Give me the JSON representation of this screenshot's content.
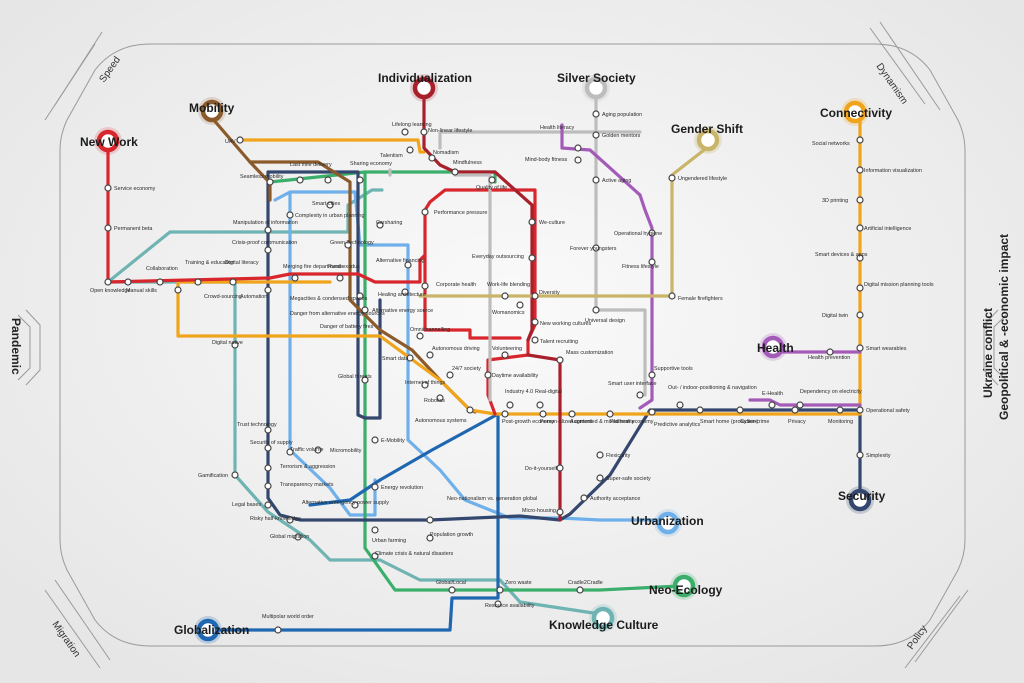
{
  "corners": {
    "top_left": "Speed",
    "top_right": "Dynamism",
    "bottom_left": "Migration",
    "bottom_right": "Policy",
    "left": "Pandemic",
    "right_line1": "Ukraine conflict",
    "right_line2": "Geopolitical & -economic impact"
  },
  "megatrends": {
    "new_work": {
      "label": "New Work",
      "color": "#d8262d"
    },
    "mobility": {
      "label": "Mobility",
      "color": "#8b5a2b"
    },
    "individualization": {
      "label": "Individualization",
      "color": "#a8202c"
    },
    "silver_society": {
      "label": "Silver Society",
      "color": "#bdbdbd"
    },
    "gender_shift": {
      "label": "Gender Shift",
      "color": "#c9b46a"
    },
    "connectivity": {
      "label": "Connectivity",
      "color": "#f0a41c"
    },
    "health": {
      "label": "Health",
      "color": "#a35bb8"
    },
    "security": {
      "label": "Security",
      "color": "#34476e"
    },
    "urbanization": {
      "label": "Urbanization",
      "color": "#6fb0ea"
    },
    "neo_ecology": {
      "label": "Neo-Ecology",
      "color": "#3aae6a"
    },
    "knowledge_culture": {
      "label": "Knowledge Culture",
      "color": "#6fb3b3"
    },
    "globalization": {
      "label": "Globalization",
      "color": "#1f67b1"
    }
  },
  "stations": {
    "service_economy": "Service economy",
    "permanent_beta": "Permanent beta",
    "open_knowledge": "Open knowledge",
    "manual_skills": "Manual skills",
    "collaboration": "Collaboration",
    "training_education": "Training & education",
    "digital_literacy": "Digital literacy",
    "crowd_sourcing": "Crowd-sourcing",
    "automation": "Automation",
    "uav": "UAV",
    "seamless_mobility": "Seamless mobility",
    "last_mile": "Last mile delivery",
    "sharing_economy": "Sharing economy",
    "smart_cities": "Smart cities",
    "complexity_urban": "Complexity in urban planning",
    "manipulation_info": "Manipulation of information",
    "crisis_proof": "Crisis-proof communication",
    "green_tech": "Green Technology",
    "merging_fire": "Merging fire departments",
    "rural_exodus": "Rural exodus",
    "megacities": "Megacities & condensed spaces",
    "danger_alt_energy": "Danger from alternative energy sources",
    "danger_battery": "Danger of battery fires",
    "alt_energy_source": "Alternative energy source",
    "healing_arch": "Healing architecture",
    "alt_financing": "Alternative financing",
    "carsharing": "Carsharing",
    "lifelong_learning": "Lifelong learning",
    "talentism": "Talentism",
    "nonlinear": "Non-linear lifestyle",
    "nomadism": "Nomadism",
    "mindfulness": "Mindfulness",
    "quality_of_life": "Quality of life",
    "performance_pressure": "Performance pressure",
    "we_culture": "We-culture",
    "everyday_outsourcing": "Everyday outsourcing",
    "corporate_health": "Corporate health",
    "work_life": "Work-life blending",
    "womanomics": "Womanomics",
    "diversity": "Diversity",
    "new_working": "New working cultures",
    "talent_recruiting": "Talent recruiting",
    "volunteering": "Volunteering",
    "mass_customization": "Mass customization",
    "daytime_availability": "Daytime availability",
    "industry40": "Industry 4.0",
    "real_digital": "Real-digital",
    "health_literacy": "Health literacy",
    "golden_mentors": "Golden mentors",
    "aging_population": "Aging population",
    "mind_body": "Mind-body fitness",
    "active_aging": "Active aging",
    "forever_youngsters": "Forever youngsters",
    "operational_hygiene": "Operational hygiene",
    "fitness_lifestyle": "Fitness lifestyle",
    "universal_design": "Universal design",
    "ungendered": "Ungendered lifestyle",
    "female_firefighters": "Female firefighters",
    "social_networks": "Social networks",
    "info_viz": "Information visualization",
    "printing3d": "3D printing",
    "ai": "Artificial intelligence",
    "smart_devices": "Smart devices & apps",
    "digital_mission": "Digital mission planning tools",
    "digital_twin": "Digital twin",
    "smart_wearables": "Smart wearables",
    "health_prevention": "Health prevention",
    "dependency_elec": "Dependency on electricity",
    "ehealth": "E-Health",
    "privacy": "Privacy",
    "monitoring": "Monitoring",
    "operational_safety": "Operational safety",
    "simplexity": "Simplexity",
    "out_indoor": "Out- / indoor-positioning & navigation",
    "smart_user": "Smart user interface",
    "supportive_tools": "Supportive tools",
    "smart_home": "Smart home (protection)",
    "cyber_crime": "Cyber-crime",
    "predictive": "Predictive analytics",
    "platform_economy": "Platform economy",
    "augmented": "Augmented & mixed reality",
    "personalized": "Person-alized content",
    "post_growth": "Post-growth economy",
    "omnichannelling": "Omnichannelling",
    "autonomous_driving": "Autonomous driving",
    "smart_data": "Smart data",
    "society247": "24/7 society",
    "iot": "Internet of things",
    "robotics": "Robotics",
    "global_threats": "Global threats",
    "autonomous_systems": "Autonomous systems",
    "digital_native": "Digital native",
    "trust_tech": "Trust technology",
    "security_supply": "Security of supply",
    "traffic_volume": "Traffic volume",
    "micromobility": "Micromobility",
    "emobility": "E-Mobility",
    "terrorism": "Terrorism & aggression",
    "transparency": "Transparency markets",
    "energy_revolution": "Energy revolution",
    "gamification": "Gamification",
    "legal_bases": "Legal bases",
    "alt_emergency": "Alternative emergency power supply",
    "neo_nationalism": "Neo-nationalism vs. generation global",
    "risky_half": "Risky half-knowledge",
    "global_migration": "Global migration",
    "urban_farming": "Urban farming",
    "population_growth": "Population growth",
    "climate_crisis": "Climate crisis & natural disasters",
    "micro_housing": "Micro-housing",
    "do_it_yourself": "Do-it-yourself",
    "flexicurity": "Flexicurity",
    "super_safe": "Super-safe society",
    "authority": "Authority acceptance",
    "global_local": "Global/Local",
    "zero_waste": "Zero waste",
    "cradle": "Cradle2Cradle",
    "resource_avail": "Resource availability",
    "multipolar": "Multipolar world order"
  }
}
